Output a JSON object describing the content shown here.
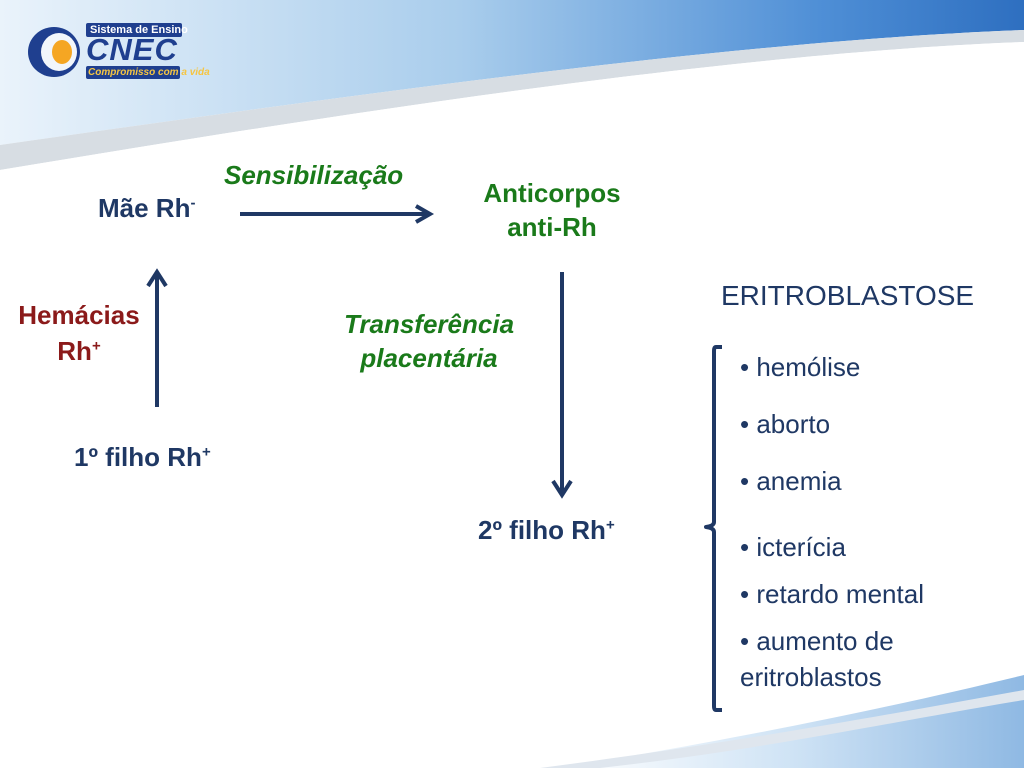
{
  "logo": {
    "top_text": "Sistema de Ensino",
    "brand": "CNEC",
    "tagline": "Compromisso com a vida"
  },
  "diagram": {
    "mother": {
      "label": "Mãe Rh",
      "sign": "-"
    },
    "sensitization_label": "Sensibilização",
    "antibodies": {
      "line1": "Anticorpos",
      "line2": "anti-Rh"
    },
    "red_cells": {
      "line1": "Hemácias",
      "line2": "Rh",
      "sign": "+"
    },
    "first_child": {
      "label": "1º filho Rh",
      "sign": "+"
    },
    "transfer": {
      "line1": "Transferência",
      "line2": "placentária"
    },
    "second_child": {
      "label": "2º filho Rh",
      "sign": "+"
    },
    "condition_title": "ERITROBLASTOSE",
    "effects": [
      "• hemólise",
      "• aborto",
      "• anemia",
      "• icterícia",
      "• retardo mental",
      "• aumento de",
      "eritroblastos"
    ]
  },
  "colors": {
    "navy": "#1f3864",
    "green": "#1a7a1a",
    "dark_red": "#8b1a1a",
    "header_blue": "#2e6fc0"
  }
}
